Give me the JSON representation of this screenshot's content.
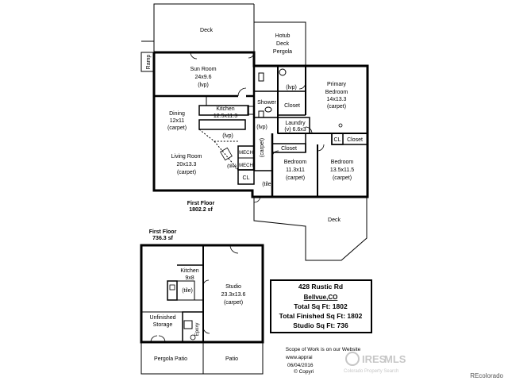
{
  "first_floor_upper": {
    "deck_top": "Deck",
    "hotub": [
      "Hotub",
      "Deck",
      "Pergola"
    ],
    "ramp": "Ramp",
    "sun_room": [
      "Sun Room",
      "24x9.6",
      "(lvp)"
    ],
    "lvp_top": "(lvp)",
    "shower": "Shower",
    "closet_a": "Closet",
    "primary_bedroom": [
      "Primary",
      "Bedroom",
      "14x13.3",
      "(carpet)"
    ],
    "kitchen": [
      "Kitchen",
      "12.5x11.3"
    ],
    "dining": [
      "Dining",
      "12x11",
      "(carpet)"
    ],
    "lvp_bath": "(lvp)",
    "laundry": [
      "Laundry",
      "(v)  6.6x3"
    ],
    "lvp_kitchen": "(lvp)",
    "closet_b": "Closet",
    "cl_a": "CL",
    "closet_c": "Closet",
    "mech_a": "MECH",
    "mech_b": "MECH",
    "tile_a": "(tile)",
    "carpet_hall": "(carpet)",
    "living_room": [
      "Living Room",
      "20x13.3",
      "(carpet)"
    ],
    "cl_b": "CL",
    "tile_b": "(tile)",
    "bedroom_a": [
      "Bedroom",
      "11.3x11",
      "(carpet)"
    ],
    "bedroom_b": [
      "Bedroom",
      "13.5x11.5",
      "(carpet)"
    ],
    "deck_bottom": "Deck",
    "floor_label": [
      "First Floor",
      "1802.2 sf"
    ]
  },
  "first_floor_lower": {
    "floor_label": [
      "First Floor",
      "736.3 sf"
    ],
    "kitchen": [
      "Kitchen",
      "9x8"
    ],
    "tile": "(tile)",
    "studio": [
      "Studio",
      "23.3x13.6",
      "(carpet)"
    ],
    "unfinished": [
      "Unfinished",
      "Storage"
    ],
    "epoxy": "Epoxy",
    "pergola_patio": "Pergola Patio",
    "patio": "Patio"
  },
  "info_box": {
    "address": "428 Rustic Rd",
    "city": "Bellvue,CO",
    "total": "Total Sq Ft: 1802",
    "finished": "Total Finished Sq Ft: 1802",
    "studio": "Studio Sq Ft: 736"
  },
  "scope_note": [
    "Scope of Work is on our Website",
    "www.apprai",
    "06/04/2016",
    "© Copyri"
  ],
  "watermark": [
    "IRES",
    "MLS",
    "Colorado Property Search"
  ],
  "credit": "REcolorado"
}
